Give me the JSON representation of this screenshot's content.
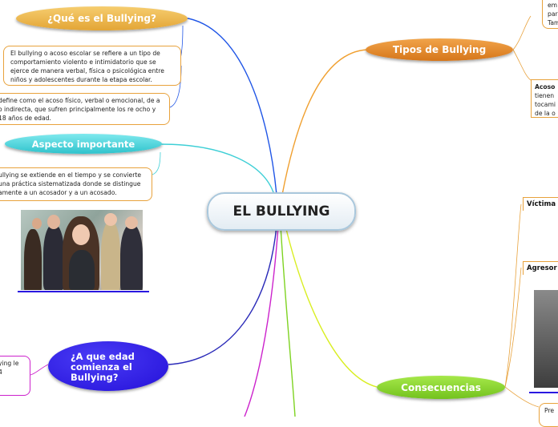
{
  "center": {
    "title": "EL BULLYING"
  },
  "left": {
    "que_es": {
      "title": "¿Qué es el Bullying?"
    },
    "def1": "El bullying o acoso escolar se refiere a un tipo de comportamiento violento e intimidatorio que se ejerce de manera verbal, física o psicológica entre niños y adolescentes durante la etapa escolar.",
    "def2": "define como el acoso físico, verbal o emocional, de a o indirecta, que sufren principalmente los re ocho y 18 años de edad.",
    "aspecto": {
      "title": "Aspecto importante"
    },
    "aspecto_text": "ullying se extiende en el tiempo y se convierte una práctica sistematizada donde se distingue amente a un acosador y a un acosado.",
    "edad": {
      "title": "¿A que edad comienza el Bullying?"
    },
    "edad_text": "ying le 4"
  },
  "right": {
    "tipos": {
      "title": "Tipos de Bullying"
    },
    "tipos_top_text": "em par Tam",
    "acoso_label": "Acoso",
    "acoso_text": "tienen tocami de la o",
    "consecuencias": {
      "title": "Consecuencias"
    },
    "victima_label": "Víctima",
    "agresor_label": "Agresor",
    "bottom_text": "Pre"
  },
  "colors": {
    "gold": "#e8b04a",
    "orange": "#e98a1f",
    "cyan": "#3ecfd6",
    "blue": "#2a18e0",
    "green": "#8ed62e",
    "purple_line": "#cc22cc",
    "yellow_line": "#d9ee22"
  }
}
